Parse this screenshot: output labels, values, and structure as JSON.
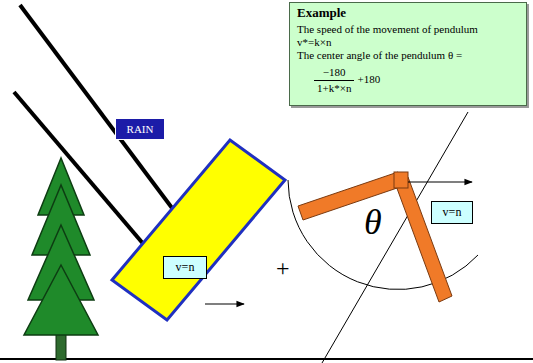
{
  "diagram": {
    "nodes": [
      {
        "text": [
          "Example",
          "The speed of the movement of pendulum",
          "v*=k×n",
          "The center angle of the pendulum θ =",
          "−180",
          "1+k*×n",
          "+180"
        ]
      },
      {
        "text": [
          "RAIN"
        ]
      },
      {
        "text": [
          "v=n"
        ]
      },
      {
        "text": [
          "v=n"
        ]
      }
    ],
    "labels": [
      "+",
      "θ"
    ]
  }
}
